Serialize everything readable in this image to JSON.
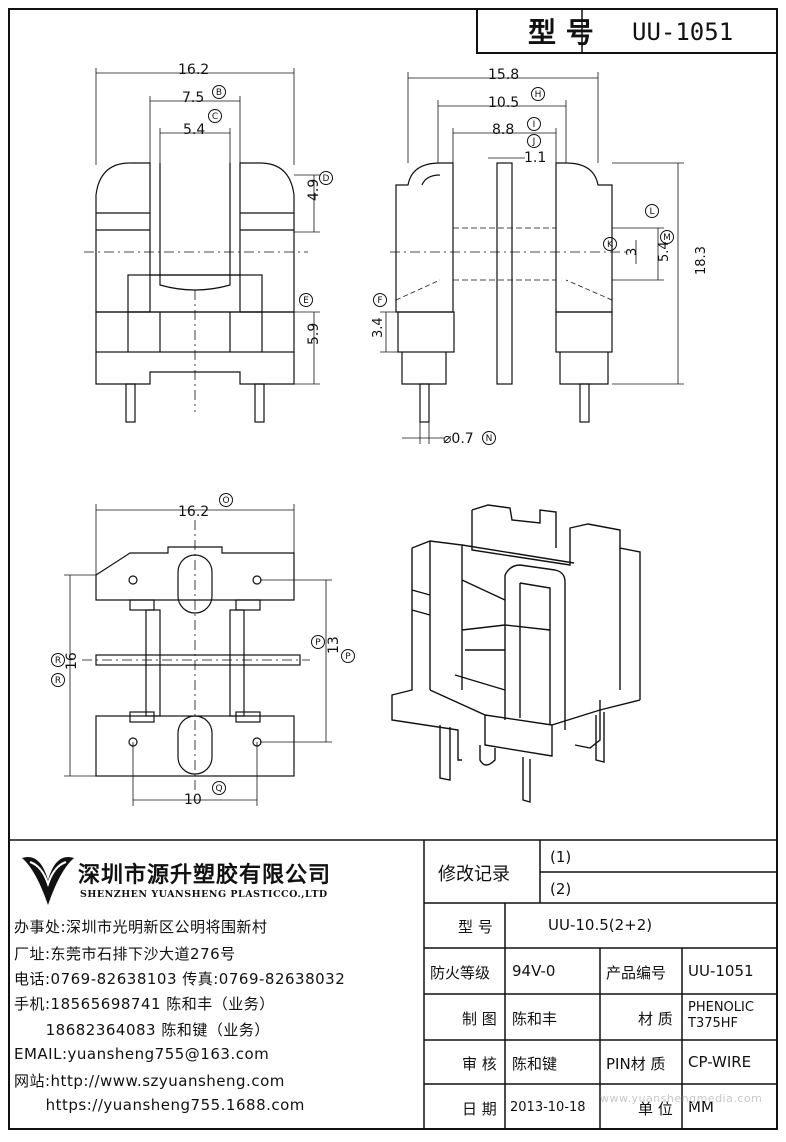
{
  "title_block": {
    "model_label": "型 号",
    "model_value": "UU-1051"
  },
  "dimensions": {
    "front_overall": "16.2",
    "front_b": "7.5",
    "front_c": "5.4",
    "front_d": "4.9",
    "front_e": "5.9",
    "side_overall": "15.8",
    "side_h": "10.5",
    "side_i": "8.8",
    "side_j": "1.1",
    "side_k": "3",
    "side_m1": "5.4",
    "side_m2": "18.3",
    "side_f": "3.4",
    "side_n": "⌀0.7",
    "bottom_o": "16.2",
    "bottom_p": "13",
    "bottom_r": "16",
    "bottom_q": "10"
  },
  "markers": {
    "b": "B",
    "c": "C",
    "d": "D",
    "e": "E",
    "f": "F",
    "h": "H",
    "i": "I",
    "j": "J",
    "k": "K",
    "l": "L",
    "m": "M",
    "n": "N",
    "o": "O",
    "p": "P",
    "q": "Q",
    "r": "R"
  },
  "company": {
    "name_cn": "深圳市源升塑胶有限公司",
    "name_en": "SHENZHEN YUANSHENG PLASTICCO.,LTD",
    "lines": [
      "办事处:深圳市光明新区公明将围新村",
      "厂址:东莞市石排下沙大道276号",
      "电话:0769-82638103 传真:0769-82638032",
      "手机:18565698741 陈和丰（业务）",
      "      18682364083 陈和键（业务）",
      "EMAIL:yuansheng755@163.com",
      "网站:http://www.szyuansheng.com",
      "      https://yuansheng755.1688.com"
    ]
  },
  "revision": {
    "label": "修改记录",
    "r1": "(1)",
    "r2": "(2)"
  },
  "specs": {
    "model_label": "型 号",
    "model_value": "UU-10.5(2+2)",
    "fire_label": "防火等级",
    "fire_value": "94V-0",
    "pn_label": "产品编号",
    "pn_value": "UU-1051",
    "drawn_label": "制 图",
    "drawn_value": "陈和丰",
    "material_label": "材 质",
    "material_value_1": "PHENOLIC",
    "material_value_2": "T375HF",
    "check_label": "审 核",
    "check_value": "陈和键",
    "pin_label": "PIN材 质",
    "pin_value": "CP-WIRE",
    "date_label": "日 期",
    "date_value": "2013-10-18",
    "unit_label": "单 位",
    "unit_value": "MM"
  },
  "watermark": "www.yuanshengmedia.com"
}
